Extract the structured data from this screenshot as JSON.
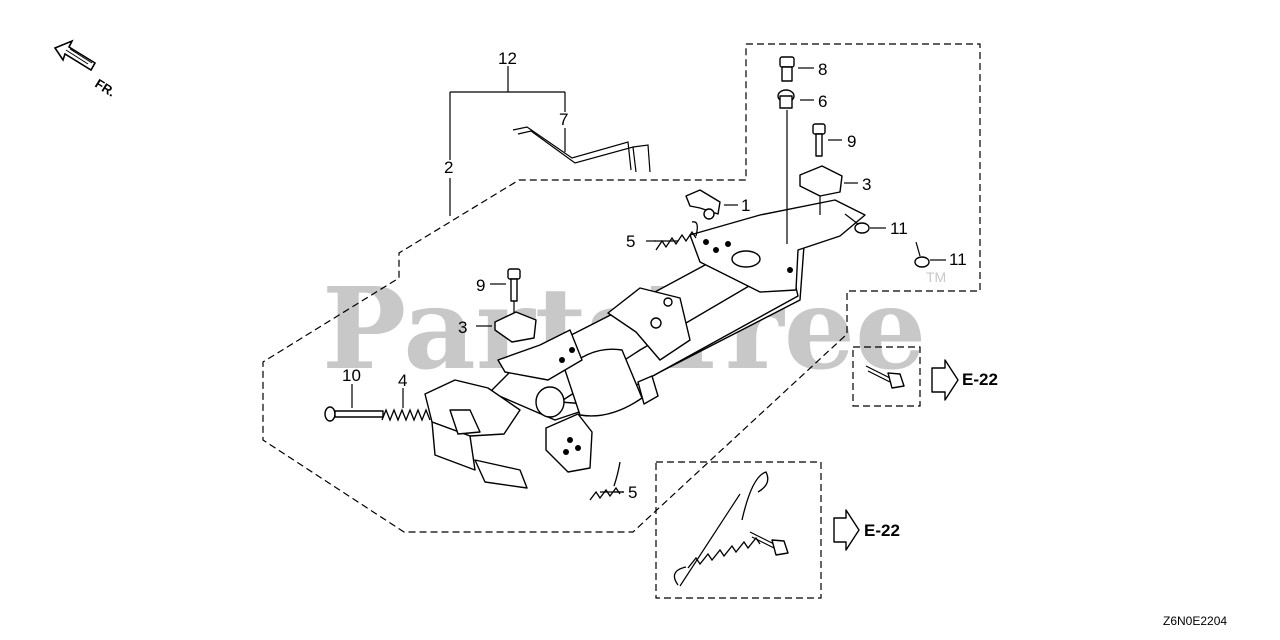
{
  "watermark": {
    "text": "PartsTree",
    "trademark": "TM"
  },
  "orientation": {
    "label": "FR."
  },
  "callouts": {
    "c1": "1",
    "c2": "2",
    "c3a": "3",
    "c3b": "3",
    "c4": "4",
    "c5a": "5",
    "c5b": "5",
    "c6": "6",
    "c7": "7",
    "c8": "8",
    "c9a": "9",
    "c9b": "9",
    "c10": "10",
    "c11a": "11",
    "c11b": "11",
    "c12": "12"
  },
  "references": {
    "upper": "E-22",
    "lower": "E-22"
  },
  "diagram_code": "Z6N0E2204",
  "icons": [
    "front-direction-arrow-icon",
    "reference-arrow-icon"
  ]
}
